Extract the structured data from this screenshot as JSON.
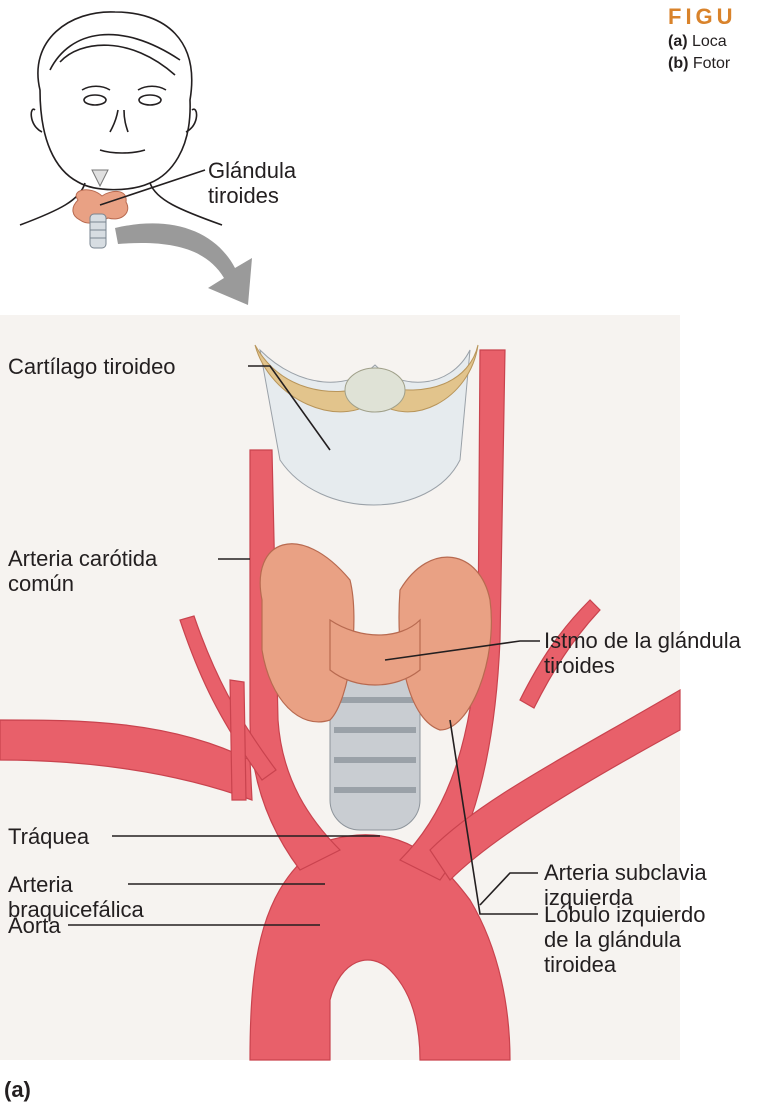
{
  "figure": {
    "title": "FIGU",
    "caption_a_tag": "(a)",
    "caption_a_text": " Loca",
    "caption_b_tag": "(b)",
    "caption_b_text": " Fotor",
    "panel_label": "(a)"
  },
  "labels": {
    "glandula": "Glándula\ntiroides",
    "cartilago": "Cartílago tiroideo",
    "carotida": "Arteria carótida\ncomún",
    "istmo": "Istmo de la glándula\ntiroides",
    "traquea": "Tráquea",
    "braquicefalica": "Arteria\nbraquicefálica",
    "aorta": "Aorta",
    "subclavia": "Arteria subclavia\nizquierda",
    "lobulo": "Lóbulo izquierdo\nde la glándula\ntiroidea"
  },
  "colors": {
    "title_accent": "#d9832b",
    "artery": "#e8606a",
    "thyroid": "#e9a184",
    "cartilage": "#e2c48c",
    "trachea": "#c9cdd2",
    "leader_line": "#231f20"
  }
}
